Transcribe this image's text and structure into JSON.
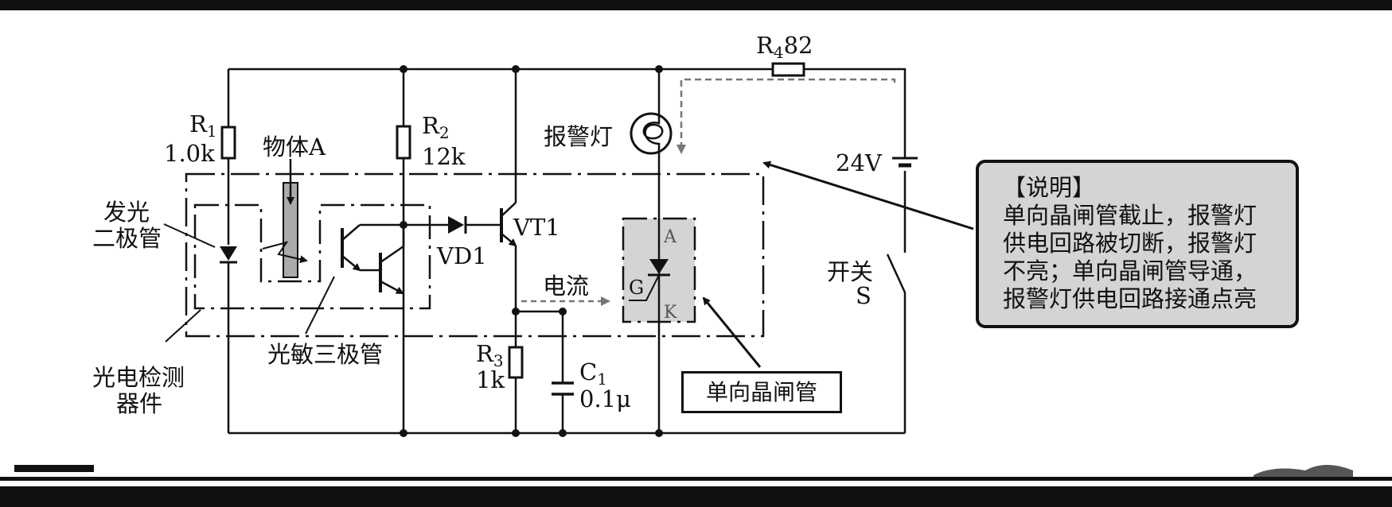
{
  "components": {
    "r4": "R",
    "r4_sub": "4",
    "r4_value": "82",
    "r1": "R",
    "r1_sub": "1",
    "r1_value": "1.0k",
    "r2": "R",
    "r2_sub": "2",
    "r2_value": "12k",
    "r3": "R",
    "r3_sub": "3",
    "r3_value": "1k",
    "c1": "C",
    "c1_sub": "1",
    "c1_value": "0.1μ",
    "vt1": "VT1",
    "vd1": "VD1",
    "battery": "24V",
    "switch_line1": "开关",
    "switch_line2": "S",
    "lamp": "报警灯",
    "object": "物体A",
    "led_line1": "发光",
    "led_line2": "二极管",
    "phototransistor": "光敏三极管",
    "detector_line1": "光电检测",
    "detector_line2": "器件",
    "current": "电流",
    "scr_a": "A",
    "scr_k": "K",
    "scr_g": "G"
  },
  "labels": {
    "scr_box": "单向晶闸管"
  },
  "note": {
    "title": "【说明】",
    "lines": [
      "单向晶闸管截止，报警灯",
      "供电回路被切断，报警灯",
      "不亮；单向晶闸管导通，",
      "报警灯供电回路接通点亮"
    ]
  },
  "colors": {
    "line": "#111111",
    "scr_fill": "#d4d4d4",
    "current_arrow": "#777777"
  }
}
